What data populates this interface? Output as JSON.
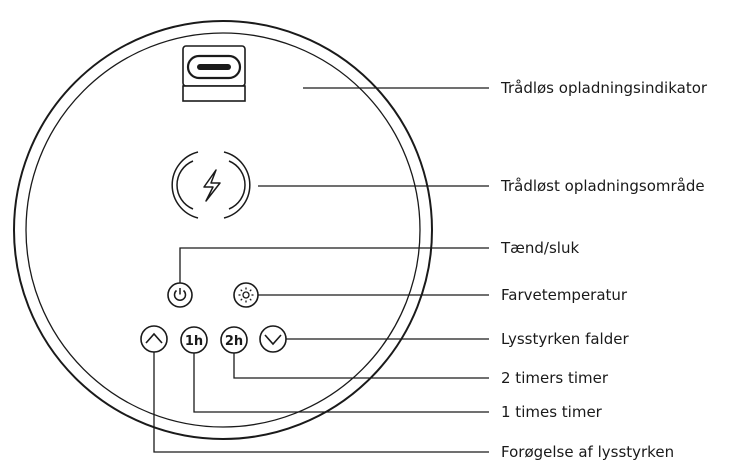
{
  "labels": {
    "wireless_indicator": "Trådløs opladningsindikator",
    "wireless_area": "Trådløst opladningsområde",
    "power": "Tænd/sluk",
    "color_temp": "Farvetemperatur",
    "brightness_down": "Lysstyrken falder",
    "timer_2h": "2 timers timer",
    "timer_1h": "1 times timer",
    "brightness_up": "Forøgelse af lysstyrken"
  },
  "buttons": {
    "timer_1h": "1h",
    "timer_2h": "2h"
  },
  "icons": {
    "power": "power-icon",
    "color_temp": "sun-icon",
    "brightness_up": "chevron-up-icon",
    "brightness_down": "chevron-down-icon",
    "charging": "lightning-bolt-icon",
    "indicator": "usb-port-icon"
  }
}
